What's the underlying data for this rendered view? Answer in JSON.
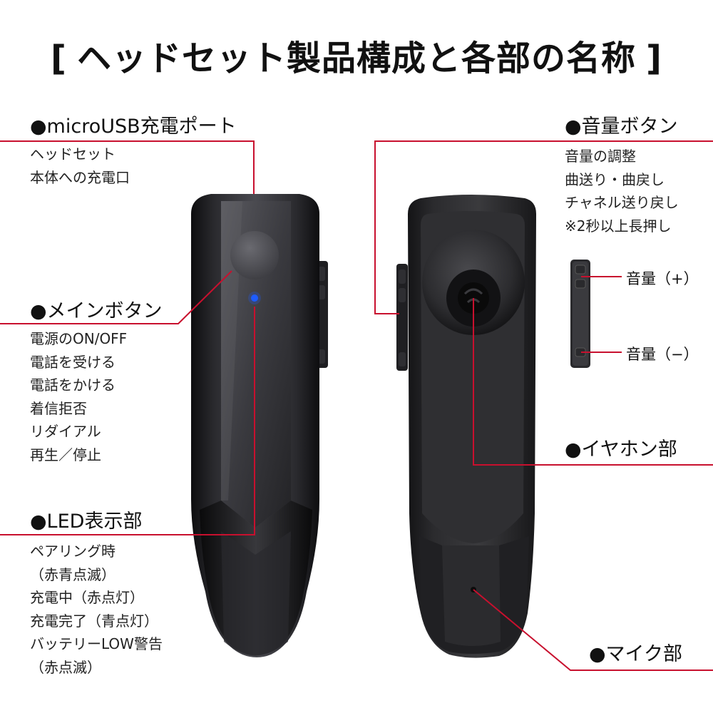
{
  "title": {
    "bracket_open": "[",
    "text": "ヘッドセット製品構成と各部の名称",
    "bracket_close": "]"
  },
  "colors": {
    "accent_line": "#c8102e",
    "led_blue": "#1e5cff",
    "device_dark": "#1c1c1e"
  },
  "sections": {
    "usb_port": {
      "heading": "●microUSB充電ポート",
      "lines": [
        "ヘッドセット",
        "本体への充電口"
      ]
    },
    "main_button": {
      "heading": "●メインボタン",
      "lines": [
        "電源のON/OFF",
        "電話を受ける",
        "電話をかける",
        "着信拒否",
        "リダイアル",
        "再生／停止"
      ]
    },
    "led": {
      "heading": "●LED表示部",
      "lines": [
        "ペアリング時",
        "（赤青点滅）",
        "充電中（赤点灯）",
        "充電完了（青点灯）",
        "バッテリーLOW警告",
        "（赤点滅）"
      ]
    },
    "volume": {
      "heading": "●音量ボタン",
      "lines": [
        "音量の調整",
        "曲送り・曲戻し",
        "チャネル送り戻し",
        "※2秒以上長押し"
      ],
      "plus_label": "音量（+）",
      "minus_label": "音量（−）"
    },
    "earphone": {
      "heading": "●イヤホン部"
    },
    "mic": {
      "heading": "●マイク部"
    }
  }
}
